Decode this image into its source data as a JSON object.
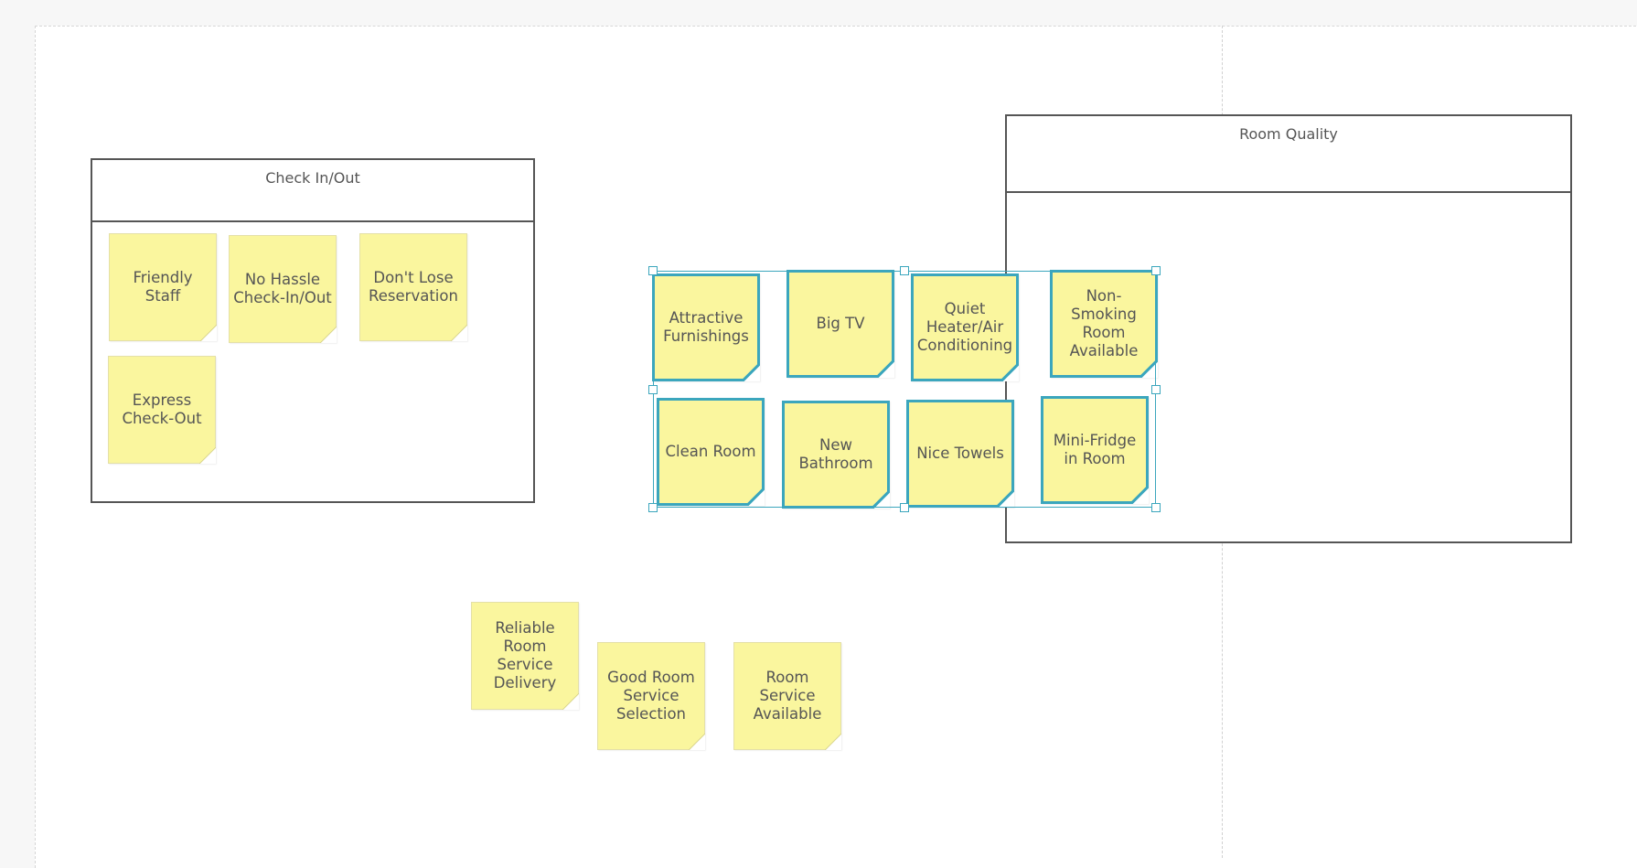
{
  "canvas": {
    "groups": [
      {
        "id": "check-in-out",
        "title": "Check In/Out"
      },
      {
        "id": "room-quality",
        "title": "Room Quality"
      }
    ],
    "notes": {
      "friendly_staff": "Friendly Staff",
      "no_hassle": "No Hassle Check-In/Out",
      "dont_lose": "Don't Lose Reservation",
      "express": "Express Check-Out",
      "attractive": "Attractive Furnishings",
      "big_tv": "Big TV",
      "quiet_heater": "Quiet Heater/Air Conditioning",
      "non_smoking": "Non-Smoking Room Available",
      "clean_room": "Clean Room",
      "new_bathroom": "New Bathroom",
      "nice_towels": "Nice Towels",
      "mini_fridge": "Mini-Fridge in Room",
      "reliable_rs": "Reliable Room Service Delivery",
      "good_rs": "Good Room Service Selection",
      "rs_available": "Room Service Available"
    },
    "selection": {
      "count": 8,
      "notes": [
        "Attractive Furnishings",
        "Big TV",
        "Quiet Heater/Air Conditioning",
        "Non-Smoking Room Available",
        "Clean Room",
        "New Bathroom",
        "Nice Towels",
        "Mini-Fridge in Room"
      ]
    }
  },
  "colors": {
    "sticky_fill": "#faf69e",
    "selection_accent": "#3ba6bd",
    "frame_border": "#555555"
  }
}
